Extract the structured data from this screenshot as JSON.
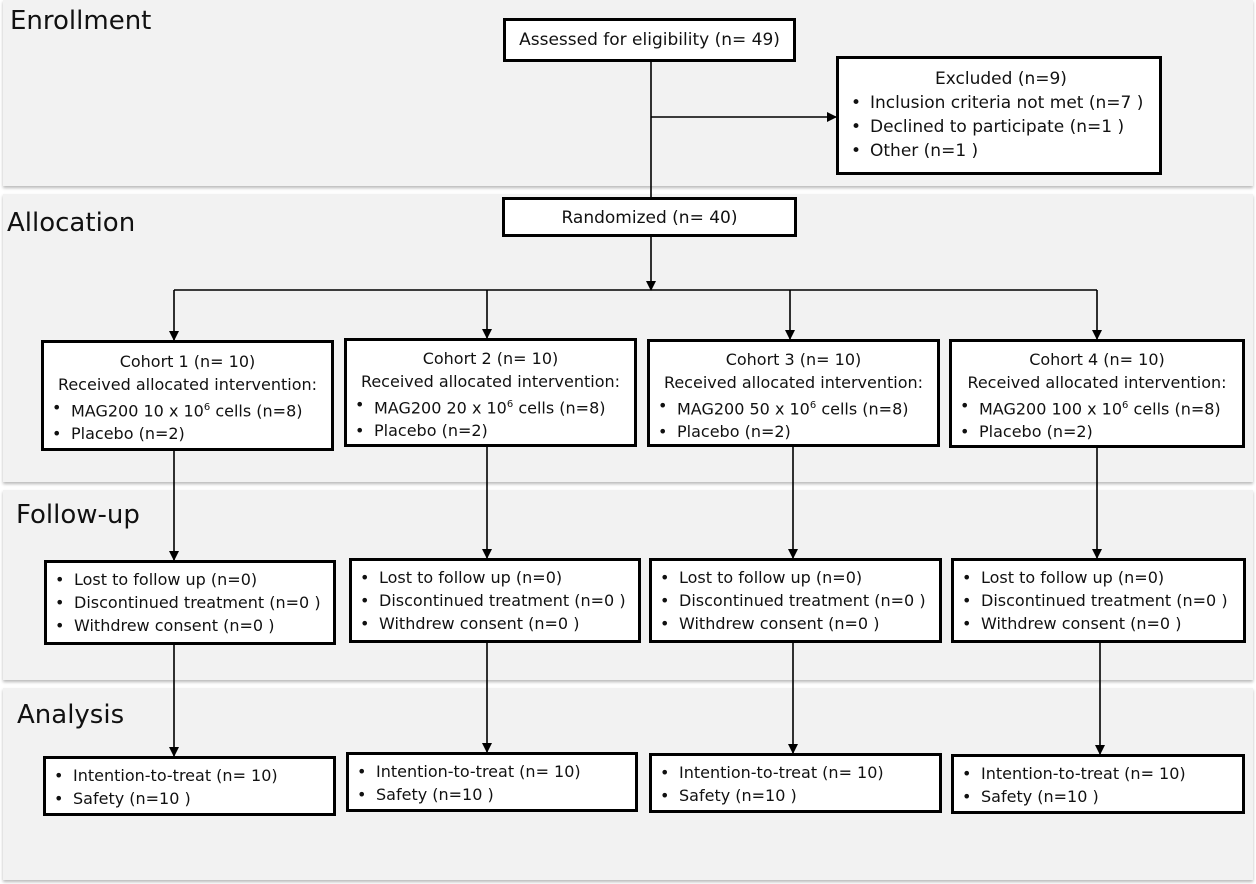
{
  "stages": {
    "enrollment": "Enrollment",
    "allocation": "Allocation",
    "followup": "Follow-up",
    "analysis": "Analysis"
  },
  "assessed": "Assessed for eligibility (n= 49)",
  "excluded": {
    "title": "Excluded (n=9)",
    "items": [
      "Inclusion criteria not met (n=7 )",
      "Declined to participate (n=1 )",
      "Other (n=1 )"
    ]
  },
  "randomized": "Randomized (n= 40)",
  "cohorts": [
    {
      "title": "Cohort 1 (n= 10)",
      "subtitle": "Received allocated intervention:",
      "dose_prefix": "MAG200 10 x 10",
      "dose_exp": "6",
      "dose_suffix": " cells (n=8)",
      "placebo": "Placebo (n=2)",
      "followup": [
        "Lost to follow up (n=0)",
        "Discontinued treatment (n=0 )",
        "Withdrew consent (n=0 )"
      ],
      "analysis": [
        "Intention-to-treat (n= 10)",
        "Safety (n=10 )"
      ]
    },
    {
      "title": "Cohort 2 (n= 10)",
      "subtitle": "Received allocated intervention:",
      "dose_prefix": "MAG200 20 x 10",
      "dose_exp": "6",
      "dose_suffix": " cells (n=8)",
      "placebo": "Placebo (n=2)",
      "followup": [
        "Lost to follow up (n=0)",
        "Discontinued treatment (n=0 )",
        "Withdrew consent (n=0 )"
      ],
      "analysis": [
        "Intention-to-treat (n= 10)",
        "Safety (n=10 )"
      ]
    },
    {
      "title": "Cohort 3 (n= 10)",
      "subtitle": "Received allocated intervention:",
      "dose_prefix": "MAG200 50 x 10",
      "dose_exp": "6",
      "dose_suffix": " cells (n=8)",
      "placebo": "Placebo (n=2)",
      "followup": [
        "Lost to follow up (n=0)",
        "Discontinued treatment (n=0 )",
        "Withdrew consent (n=0 )"
      ],
      "analysis": [
        "Intention-to-treat (n= 10)",
        "Safety (n=10 )"
      ]
    },
    {
      "title": "Cohort 4 (n= 10)",
      "subtitle": "Received allocated intervention:",
      "dose_prefix": "MAG200 100 x 10",
      "dose_exp": "6",
      "dose_suffix": " cells (n=8)",
      "placebo": "Placebo (n=2)",
      "followup": [
        "Lost to follow up (n=0)",
        "Discontinued treatment (n=0 )",
        "Withdrew consent (n=0 )"
      ],
      "analysis": [
        "Intention-to-treat (n= 10)",
        "Safety (n=10 )"
      ]
    }
  ]
}
